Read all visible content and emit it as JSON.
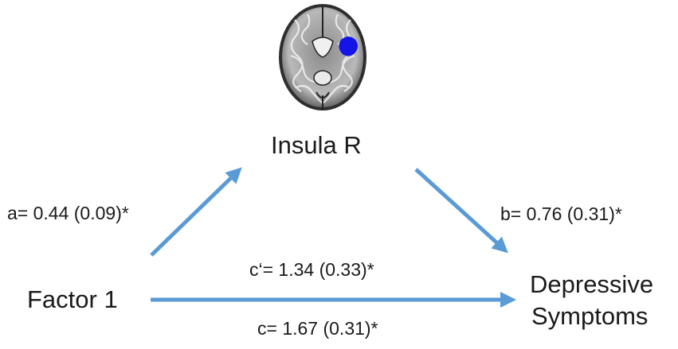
{
  "nodes": {
    "mediator": "Insula R",
    "predictor": "Factor 1",
    "outcome_line1": "Depressive",
    "outcome_line2": "Symptoms"
  },
  "paths": {
    "a": "a= 0.44 (0.09)*",
    "b": "b= 0.76 (0.31)*",
    "c_prime": "c‘= 1.34 (0.33)*",
    "c": "c= 1.67 (0.31)*"
  },
  "colors": {
    "arrow": "#5b9bd5",
    "roi": "#1414e6",
    "text": "#1a1a1a"
  },
  "icons": {
    "brain": "axial-brain-slice-image"
  }
}
